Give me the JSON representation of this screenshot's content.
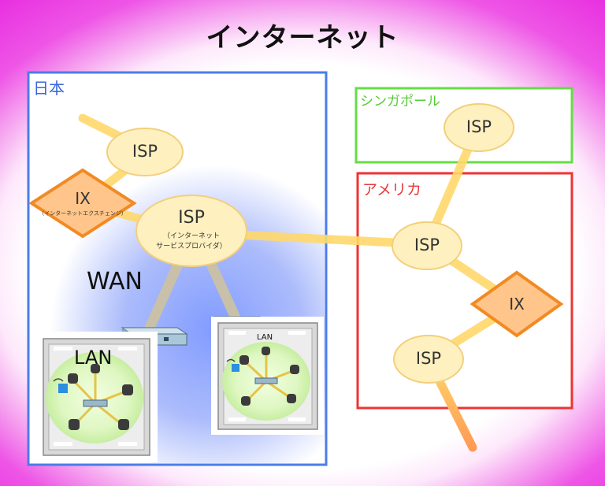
{
  "title": "インターネット",
  "regions": {
    "japan": "日本",
    "singapore": "シンガポール",
    "america": "アメリカ"
  },
  "nodes": {
    "isp_japan_top": "ISP",
    "ix_japan": "IX",
    "ix_japan_sub": "（インターネットエクスチェンジ）",
    "isp_japan_main": "ISP",
    "isp_japan_main_sub1": "（インターネット",
    "isp_japan_main_sub2": "サービスプロバイダ）",
    "isp_singapore": "ISP",
    "isp_america_top": "ISP",
    "ix_america": "IX",
    "isp_america_bottom": "ISP"
  },
  "labels": {
    "wan": "WAN",
    "lan_left": "LAN",
    "lan_right": "LAN"
  },
  "colors": {
    "japan_border": "#4a7de8",
    "singapore_border": "#66dd44",
    "america_border": "#ee3333",
    "link_yellow": "#ffd86a",
    "link_gray": "#c8c0a8",
    "isp_fill": "#fff0c0",
    "isp_stroke": "#f3cf7a",
    "ix_fill": "#ffc58a",
    "ix_stroke": "#f28a22",
    "background_magenta": "#e82fe0"
  }
}
